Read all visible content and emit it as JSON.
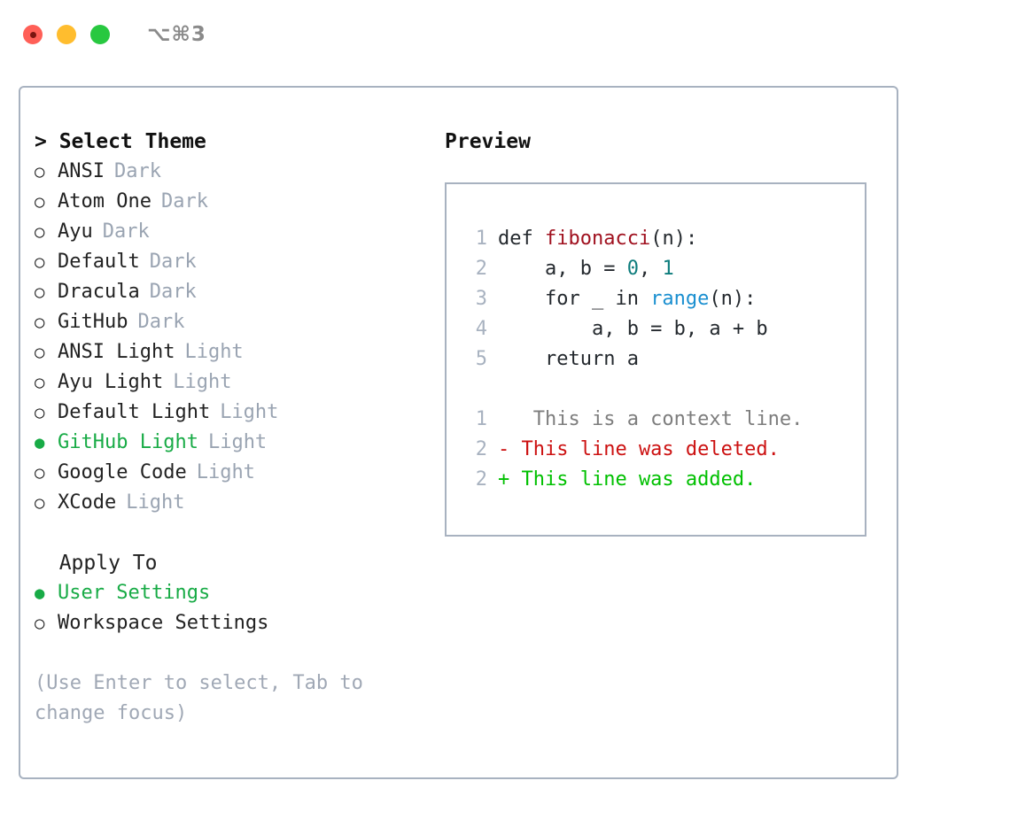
{
  "window": {
    "shortcut": "⌥⌘3",
    "traffic_lights": [
      {
        "name": "close",
        "color": "#ff5f57"
      },
      {
        "name": "minimize",
        "color": "#ffbd2e"
      },
      {
        "name": "maximize",
        "color": "#28c840"
      }
    ]
  },
  "theme_section": {
    "title": "> Select Theme",
    "items": [
      {
        "marker": "○",
        "label": "ANSI",
        "badge": "Dark",
        "selected": false
      },
      {
        "marker": "○",
        "label": "Atom One",
        "badge": "Dark",
        "selected": false
      },
      {
        "marker": "○",
        "label": "Ayu",
        "badge": "Dark",
        "selected": false
      },
      {
        "marker": "○",
        "label": "Default",
        "badge": "Dark",
        "selected": false
      },
      {
        "marker": "○",
        "label": "Dracula",
        "badge": "Dark",
        "selected": false
      },
      {
        "marker": "○",
        "label": "GitHub",
        "badge": "Dark",
        "selected": false
      },
      {
        "marker": "○",
        "label": "ANSI Light",
        "badge": "Light",
        "selected": false
      },
      {
        "marker": "○",
        "label": "Ayu Light",
        "badge": "Light",
        "selected": false
      },
      {
        "marker": "○",
        "label": "Default Light",
        "badge": "Light",
        "selected": false
      },
      {
        "marker": "●",
        "label": "GitHub Light",
        "badge": "Light",
        "selected": true
      },
      {
        "marker": "○",
        "label": "Google Code",
        "badge": "Light",
        "selected": false
      },
      {
        "marker": "○",
        "label": "XCode",
        "badge": "Light",
        "selected": false
      }
    ]
  },
  "apply_section": {
    "title": "  Apply To",
    "items": [
      {
        "marker": "●",
        "label": "User Settings",
        "badge": "",
        "selected": true
      },
      {
        "marker": "○",
        "label": "Workspace Settings",
        "badge": "",
        "selected": false
      }
    ]
  },
  "hint": "(Use Enter to select, Tab to change focus)",
  "preview": {
    "title": "Preview",
    "code_lines": [
      {
        "num": "1",
        "parts": [
          {
            "text": "def ",
            "type": "plain"
          },
          {
            "text": "fibonacci",
            "type": "fn"
          },
          {
            "text": "(n):",
            "type": "plain"
          }
        ]
      },
      {
        "num": "2",
        "parts": [
          {
            "text": "    a, b = ",
            "type": "plain"
          },
          {
            "text": "0",
            "type": "num"
          },
          {
            "text": ", ",
            "type": "plain"
          },
          {
            "text": "1",
            "type": "num"
          }
        ]
      },
      {
        "num": "3",
        "parts": [
          {
            "text": "    for _ in ",
            "type": "plain"
          },
          {
            "text": "range",
            "type": "call"
          },
          {
            "text": "(n):",
            "type": "plain"
          }
        ]
      },
      {
        "num": "4",
        "parts": [
          {
            "text": "        a, b = b, a + b",
            "type": "plain"
          }
        ]
      },
      {
        "num": "5",
        "parts": [
          {
            "text": "    return a",
            "type": "plain"
          }
        ]
      }
    ],
    "diff_lines": [
      {
        "num": "1",
        "marker": " ",
        "text": "  This is a context line.",
        "kind": "ctx"
      },
      {
        "num": "2",
        "marker": "-",
        "text": " This line was deleted.",
        "kind": "del"
      },
      {
        "num": "2",
        "marker": "+",
        "text": " This line was added.",
        "kind": "add"
      }
    ]
  },
  "colors": {
    "accent_green": "#18ab46",
    "badge_gray": "#9aa4b2",
    "border": "#a8b2c0",
    "diff_add": "#00c000",
    "diff_del": "#cc1111",
    "diff_ctx": "#7d7d7d",
    "token_fn": "#a0111f",
    "token_num": "#0d7c7c",
    "token_call": "#1a8fd0"
  }
}
